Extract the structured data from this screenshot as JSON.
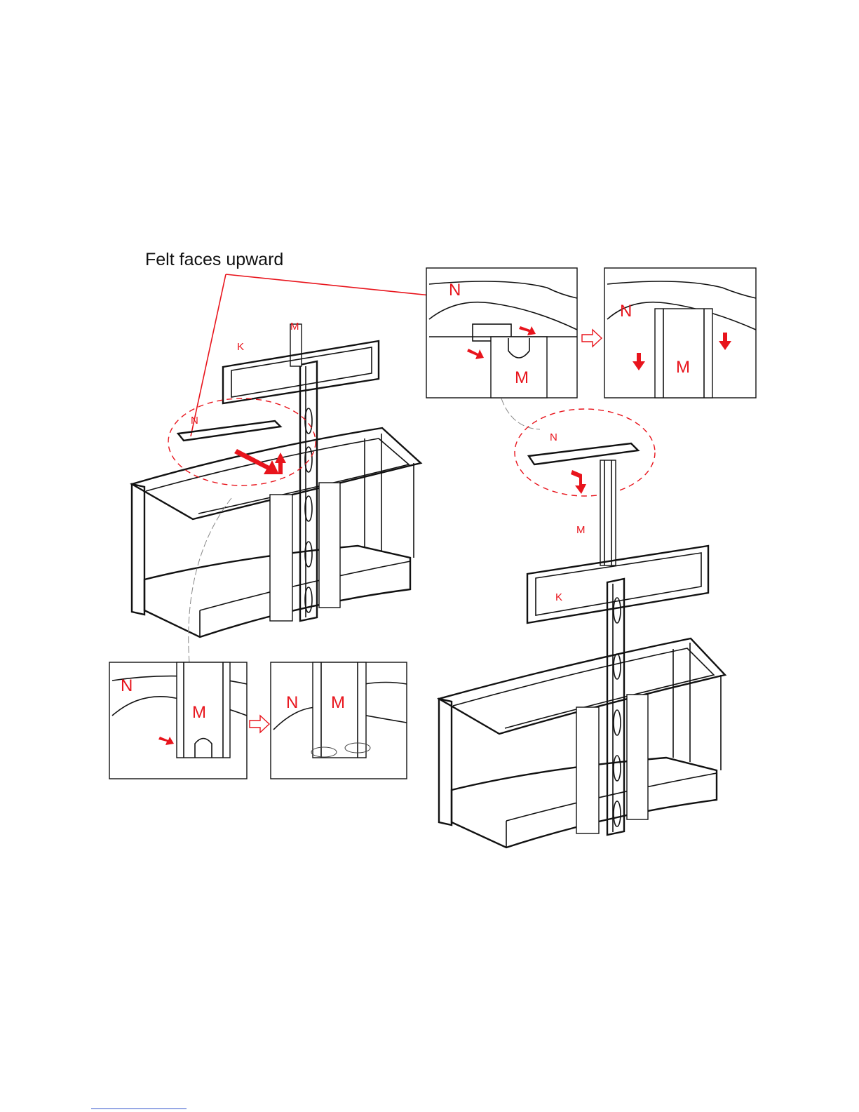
{
  "heading": "Felt faces upward",
  "labels": {
    "N": "N",
    "M": "M",
    "K": "K"
  },
  "colors": {
    "callout_red": "#e8141c",
    "line_black": "#111111",
    "footer_link_blue": "#3355cc"
  },
  "icons": {
    "next_step_arrow": "outline-right-arrow-icon",
    "motion_arrow": "filled-red-arrow-icon"
  }
}
